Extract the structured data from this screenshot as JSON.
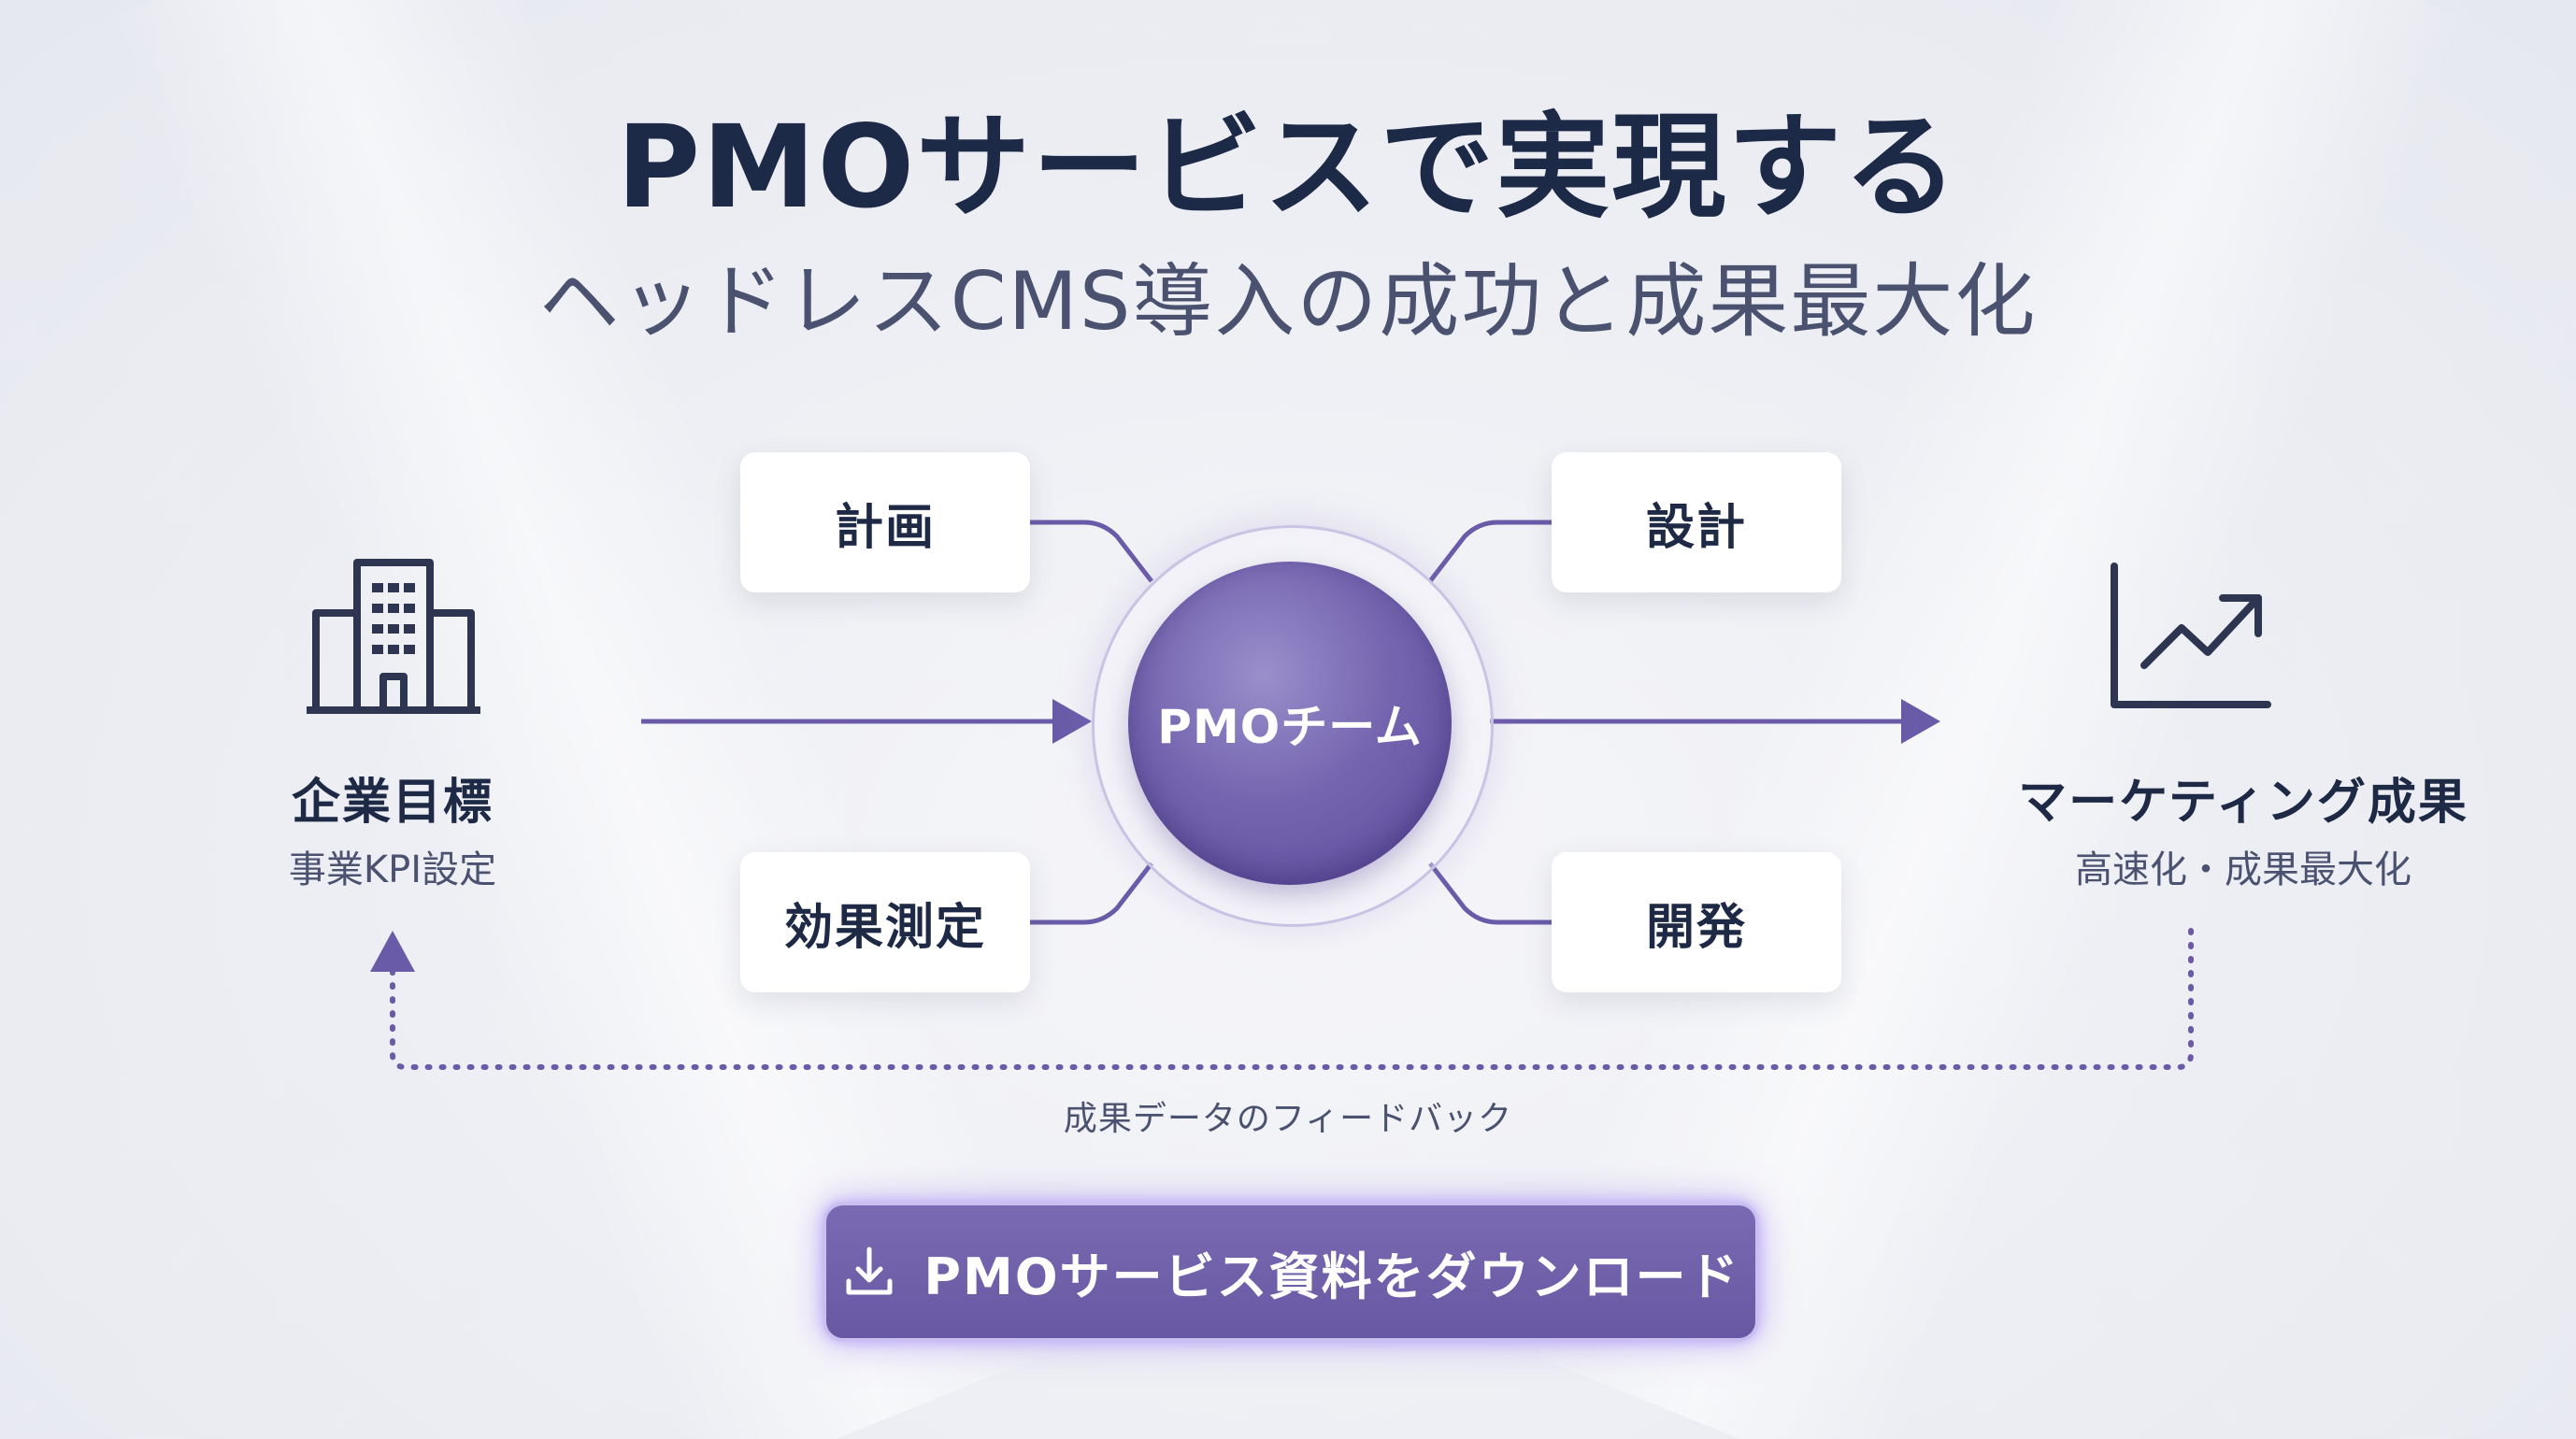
{
  "title": "PMOサービスで実現する",
  "subtitle": "ヘッドレスCMS導入の成功と成果最大化",
  "hub": {
    "label": "PMOチーム"
  },
  "cards": {
    "plan": "計画",
    "design": "設計",
    "measure": "効果測定",
    "dev": "開発"
  },
  "goal": {
    "icon": "building-icon",
    "title": "企業目標",
    "subtitle": "事業KPI設定"
  },
  "result": {
    "icon": "chart-trend-up-icon",
    "title": "マーケティング成果",
    "subtitle": "高速化・成果最大化"
  },
  "feedback": {
    "label": "成果データのフィードバック"
  },
  "download": {
    "icon": "download-icon",
    "label": "PMOサービス資料をダウンロード"
  },
  "colors": {
    "accent": "#6a5ba8",
    "text_dark": "#1e2a45",
    "text_muted": "#4a5270"
  }
}
